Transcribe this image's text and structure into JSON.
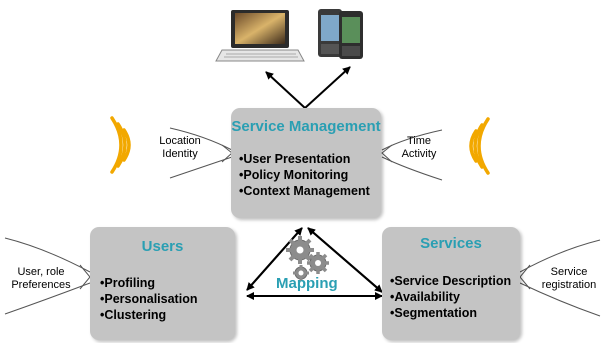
{
  "service_management": {
    "title": "Service Management",
    "items": [
      "•User Presentation",
      "•Policy Monitoring",
      "•Context Management"
    ]
  },
  "users": {
    "title": "Users",
    "items": [
      "•Profiling",
      "•Personalisation",
      "•Clustering"
    ]
  },
  "services": {
    "title": "Services",
    "items": [
      "•Service Description",
      "•Availability",
      "•Segmentation"
    ]
  },
  "mapping": {
    "label": "Mapping"
  },
  "inputs": {
    "location_line1": "Location",
    "location_line2": "Identity",
    "time_line1": "Time",
    "time_line2": "Activity",
    "user_line1": "User, role",
    "user_line2": "Preferences",
    "service_line1": "Service",
    "service_line2": "registration"
  },
  "devices": [
    "laptop",
    "smartphones"
  ],
  "colors": {
    "accent": "#2a9fb3",
    "box": "#c4c4c4",
    "signal": "#f2a800"
  }
}
